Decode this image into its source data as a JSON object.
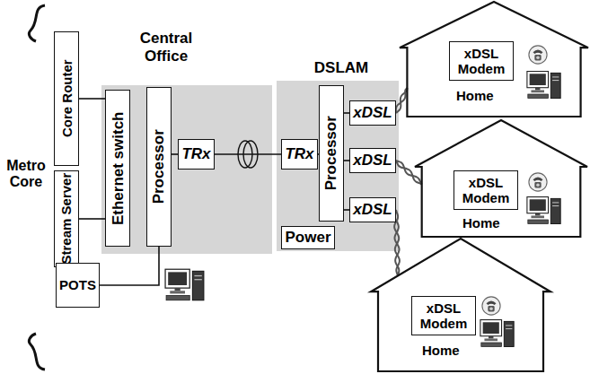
{
  "diagram": {
    "nodes": [
      {
        "text": [
          "Core Router"
        ]
      },
      {
        "text": [
          "Stream Server"
        ]
      },
      {
        "text": [
          "POTS"
        ]
      },
      {
        "text": [
          "Central Office"
        ]
      },
      {
        "text": [
          "Ethernet switch"
        ],
        "in": 3
      },
      {
        "text": [
          "Processor"
        ],
        "in": 3
      },
      {
        "text": [
          "TRx"
        ],
        "in": 3
      },
      {
        "text": [
          "DSLAM"
        ]
      },
      {
        "text": [
          "TRx"
        ],
        "in": 7
      },
      {
        "text": [
          "Processor"
        ],
        "in": 7
      },
      {
        "text": [
          "Power"
        ],
        "in": 7
      },
      {
        "text": [
          "xDSL"
        ],
        "in": 7
      },
      {
        "text": [
          "xDSL"
        ],
        "in": 7
      },
      {
        "text": [
          "xDSL"
        ],
        "in": 7
      },
      {
        "text": [
          "Home"
        ]
      },
      {
        "text": [
          "xDSL Modem"
        ],
        "in": 14
      },
      {
        "text": [
          "Home"
        ]
      },
      {
        "text": [
          "xDSL Modem"
        ],
        "in": 16
      },
      {
        "text": [
          "Home"
        ]
      },
      {
        "text": [
          "xDSL Modem"
        ],
        "in": 18
      }
    ],
    "edges": [
      {
        "from": 0,
        "to": 4,
        "arrow": "none"
      },
      {
        "from": 1,
        "to": 4,
        "arrow": "none"
      },
      {
        "from": 5,
        "to": 6,
        "arrow": "none"
      },
      {
        "from": 2,
        "to": 5,
        "arrow": "none"
      },
      {
        "from": 6,
        "to": 8,
        "arrow": "none"
      },
      {
        "from": 8,
        "to": 9,
        "arrow": "none"
      },
      {
        "from": 9,
        "to": 11,
        "arrow": "none"
      },
      {
        "from": 9,
        "to": 12,
        "arrow": "none"
      },
      {
        "from": 9,
        "to": 13,
        "arrow": "none"
      },
      {
        "from": 11,
        "to": 14,
        "arrow": "none"
      },
      {
        "from": 12,
        "to": 16,
        "arrow": "none"
      },
      {
        "from": 13,
        "to": 18,
        "arrow": "none"
      }
    ],
    "labels": [
      "Metro Core"
    ]
  }
}
